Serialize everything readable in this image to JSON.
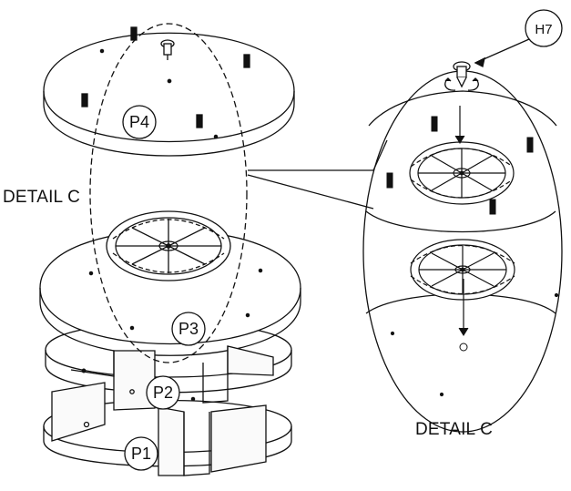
{
  "labels": {
    "detail_left": "DETAIL C",
    "detail_right": "DETAIL C",
    "p1": "P1",
    "p2": "P2",
    "p3": "P3",
    "p4": "P4",
    "h7": "H7"
  },
  "colors": {
    "ink": "#111111",
    "paper": "#ffffff",
    "shadow": "#f3f3f3"
  }
}
